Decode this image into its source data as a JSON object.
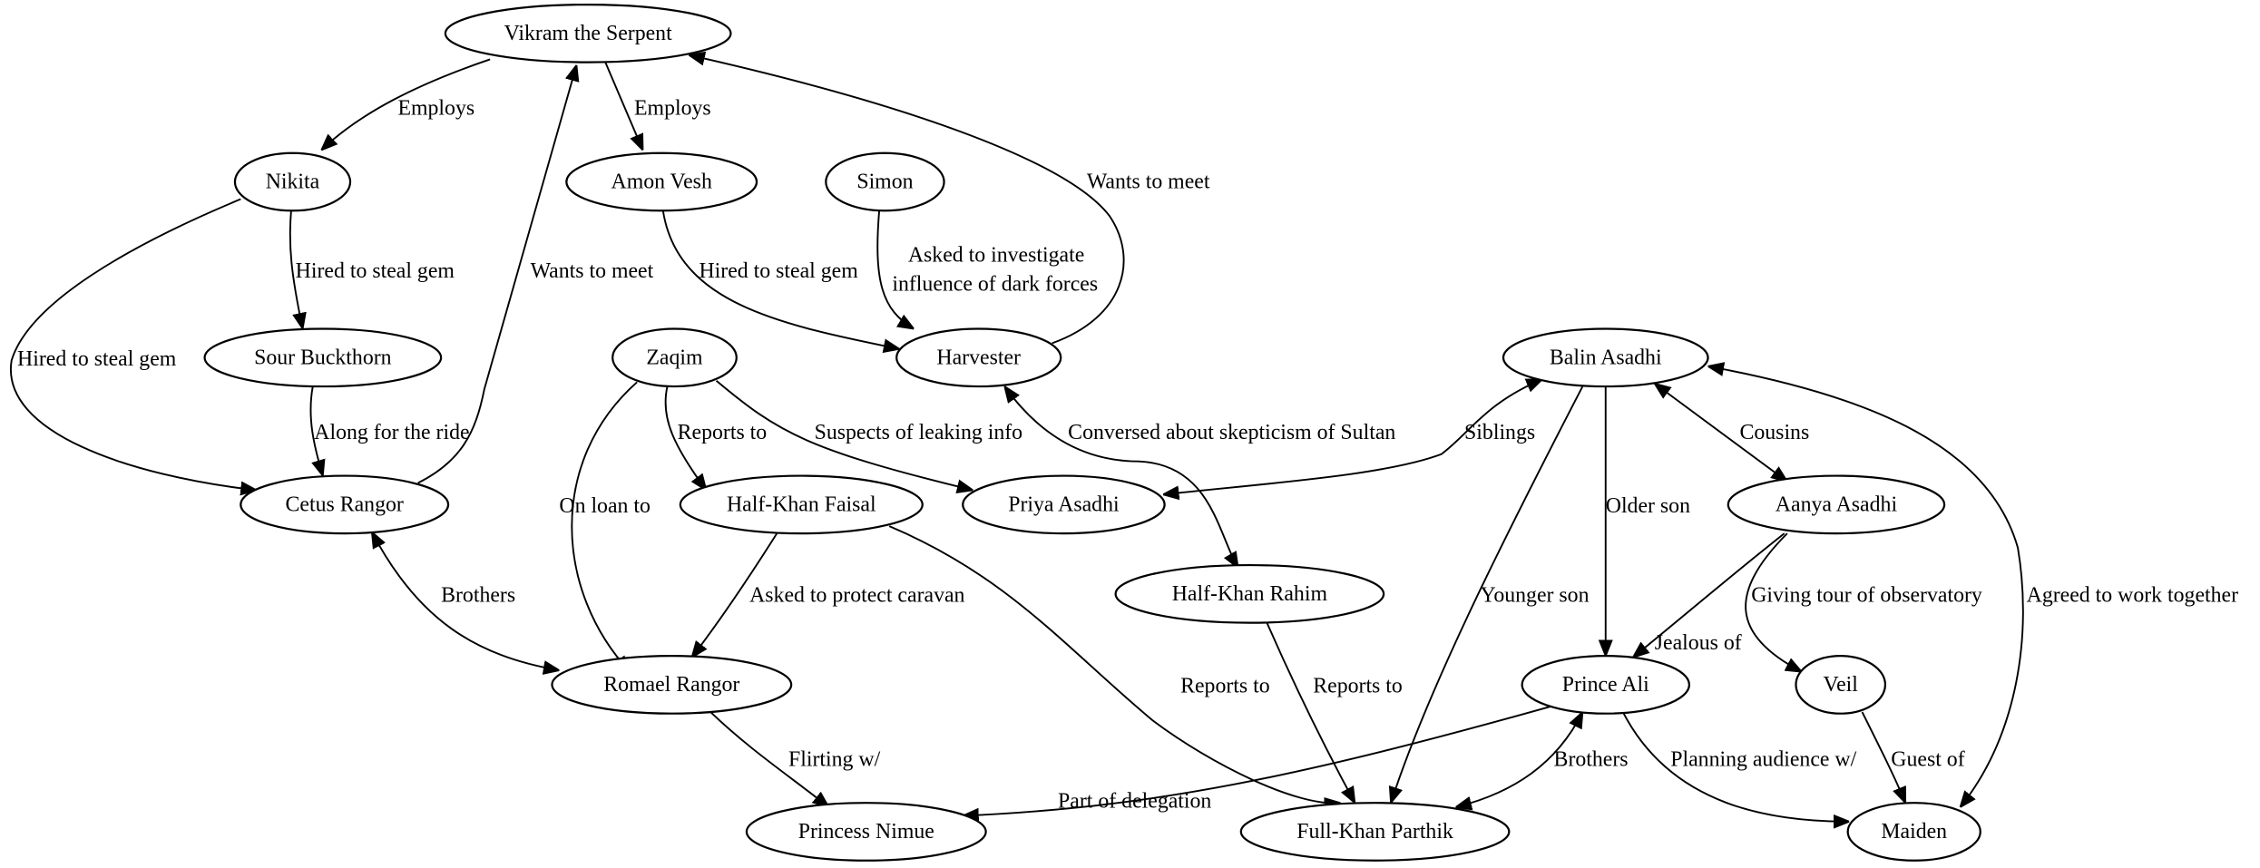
{
  "graph": {
    "type": "directed-graph",
    "nodes": [
      {
        "id": "vikram",
        "label": "Vikram the Serpent"
      },
      {
        "id": "nikita",
        "label": "Nikita"
      },
      {
        "id": "amon",
        "label": "Amon Vesh"
      },
      {
        "id": "simon",
        "label": "Simon"
      },
      {
        "id": "sour",
        "label": "Sour Buckthorn"
      },
      {
        "id": "zaqim",
        "label": "Zaqim"
      },
      {
        "id": "harvester",
        "label": "Harvester"
      },
      {
        "id": "balin",
        "label": "Balin Asadhi"
      },
      {
        "id": "cetus",
        "label": "Cetus Rangor"
      },
      {
        "id": "faisal",
        "label": "Half-Khan Faisal"
      },
      {
        "id": "priya",
        "label": "Priya Asadhi"
      },
      {
        "id": "aanya",
        "label": "Aanya Asadhi"
      },
      {
        "id": "rahim",
        "label": "Half-Khan Rahim"
      },
      {
        "id": "romael",
        "label": "Romael Rangor"
      },
      {
        "id": "ali",
        "label": "Prince Ali"
      },
      {
        "id": "veil",
        "label": "Veil"
      },
      {
        "id": "nimue",
        "label": "Princess Nimue"
      },
      {
        "id": "parthik",
        "label": "Full-Khan Parthik"
      },
      {
        "id": "maiden",
        "label": "Maiden"
      }
    ],
    "edges": [
      {
        "from": "vikram",
        "to": "nikita",
        "label": "Employs",
        "dir": "forward"
      },
      {
        "from": "vikram",
        "to": "amon",
        "label": "Employs",
        "dir": "forward"
      },
      {
        "from": "nikita",
        "to": "sour",
        "label": "Hired to steal gem",
        "dir": "forward"
      },
      {
        "from": "nikita",
        "to": "cetus",
        "label": "Hired to steal gem",
        "dir": "forward"
      },
      {
        "from": "cetus",
        "to": "vikram",
        "label": "Wants to meet",
        "dir": "forward"
      },
      {
        "from": "amon",
        "to": "harvester",
        "label": "Hired to steal gem",
        "dir": "forward"
      },
      {
        "from": "simon",
        "to": "harvester",
        "label": "Asked to investigate influence of dark forces",
        "dir": "forward"
      },
      {
        "from": "harvester",
        "to": "vikram",
        "label": "Wants to meet",
        "dir": "forward"
      },
      {
        "from": "sour",
        "to": "cetus",
        "label": "Along for the ride",
        "dir": "forward"
      },
      {
        "from": "zaqim",
        "to": "faisal",
        "label": "Reports to",
        "dir": "forward"
      },
      {
        "from": "zaqim",
        "to": "priya",
        "label": "Suspects of leaking info",
        "dir": "forward"
      },
      {
        "from": "zaqim",
        "to": "romael",
        "label": "On loan to",
        "dir": "forward"
      },
      {
        "from": "harvester",
        "to": "rahim",
        "label": "Conversed about skepticism of Sultan",
        "dir": "both"
      },
      {
        "from": "balin",
        "to": "priya",
        "label": "Siblings",
        "dir": "both"
      },
      {
        "from": "balin",
        "to": "aanya",
        "label": "Cousins",
        "dir": "both"
      },
      {
        "from": "balin",
        "to": "ali",
        "label": "Older son",
        "dir": "forward"
      },
      {
        "from": "balin",
        "to": "parthik",
        "label": "Younger son",
        "dir": "forward"
      },
      {
        "from": "maiden",
        "to": "balin",
        "label": "Agreed to work together",
        "dir": "both"
      },
      {
        "from": "cetus",
        "to": "romael",
        "label": "Brothers",
        "dir": "both"
      },
      {
        "from": "faisal",
        "to": "romael",
        "label": "Asked to protect caravan",
        "dir": "forward"
      },
      {
        "from": "faisal",
        "to": "parthik",
        "label": "Reports to",
        "dir": "forward"
      },
      {
        "from": "rahim",
        "to": "parthik",
        "label": "Reports to",
        "dir": "forward"
      },
      {
        "from": "aanya",
        "to": "ali",
        "label": "Jealous of",
        "dir": "forward"
      },
      {
        "from": "aanya",
        "to": "veil",
        "label": "Giving tour of observatory",
        "dir": "forward"
      },
      {
        "from": "romael",
        "to": "nimue",
        "label": "Part of delegation",
        "dir": "forward"
      },
      {
        "from": "ali",
        "to": "nimue",
        "label": "Flirting w/",
        "dir": "forward"
      },
      {
        "from": "ali",
        "to": "parthik",
        "label": "Brothers",
        "dir": "both"
      },
      {
        "from": "ali",
        "to": "maiden",
        "label": "Planning audience w/",
        "dir": "forward"
      },
      {
        "from": "veil",
        "to": "maiden",
        "label": "Guest of",
        "dir": "forward"
      }
    ]
  }
}
